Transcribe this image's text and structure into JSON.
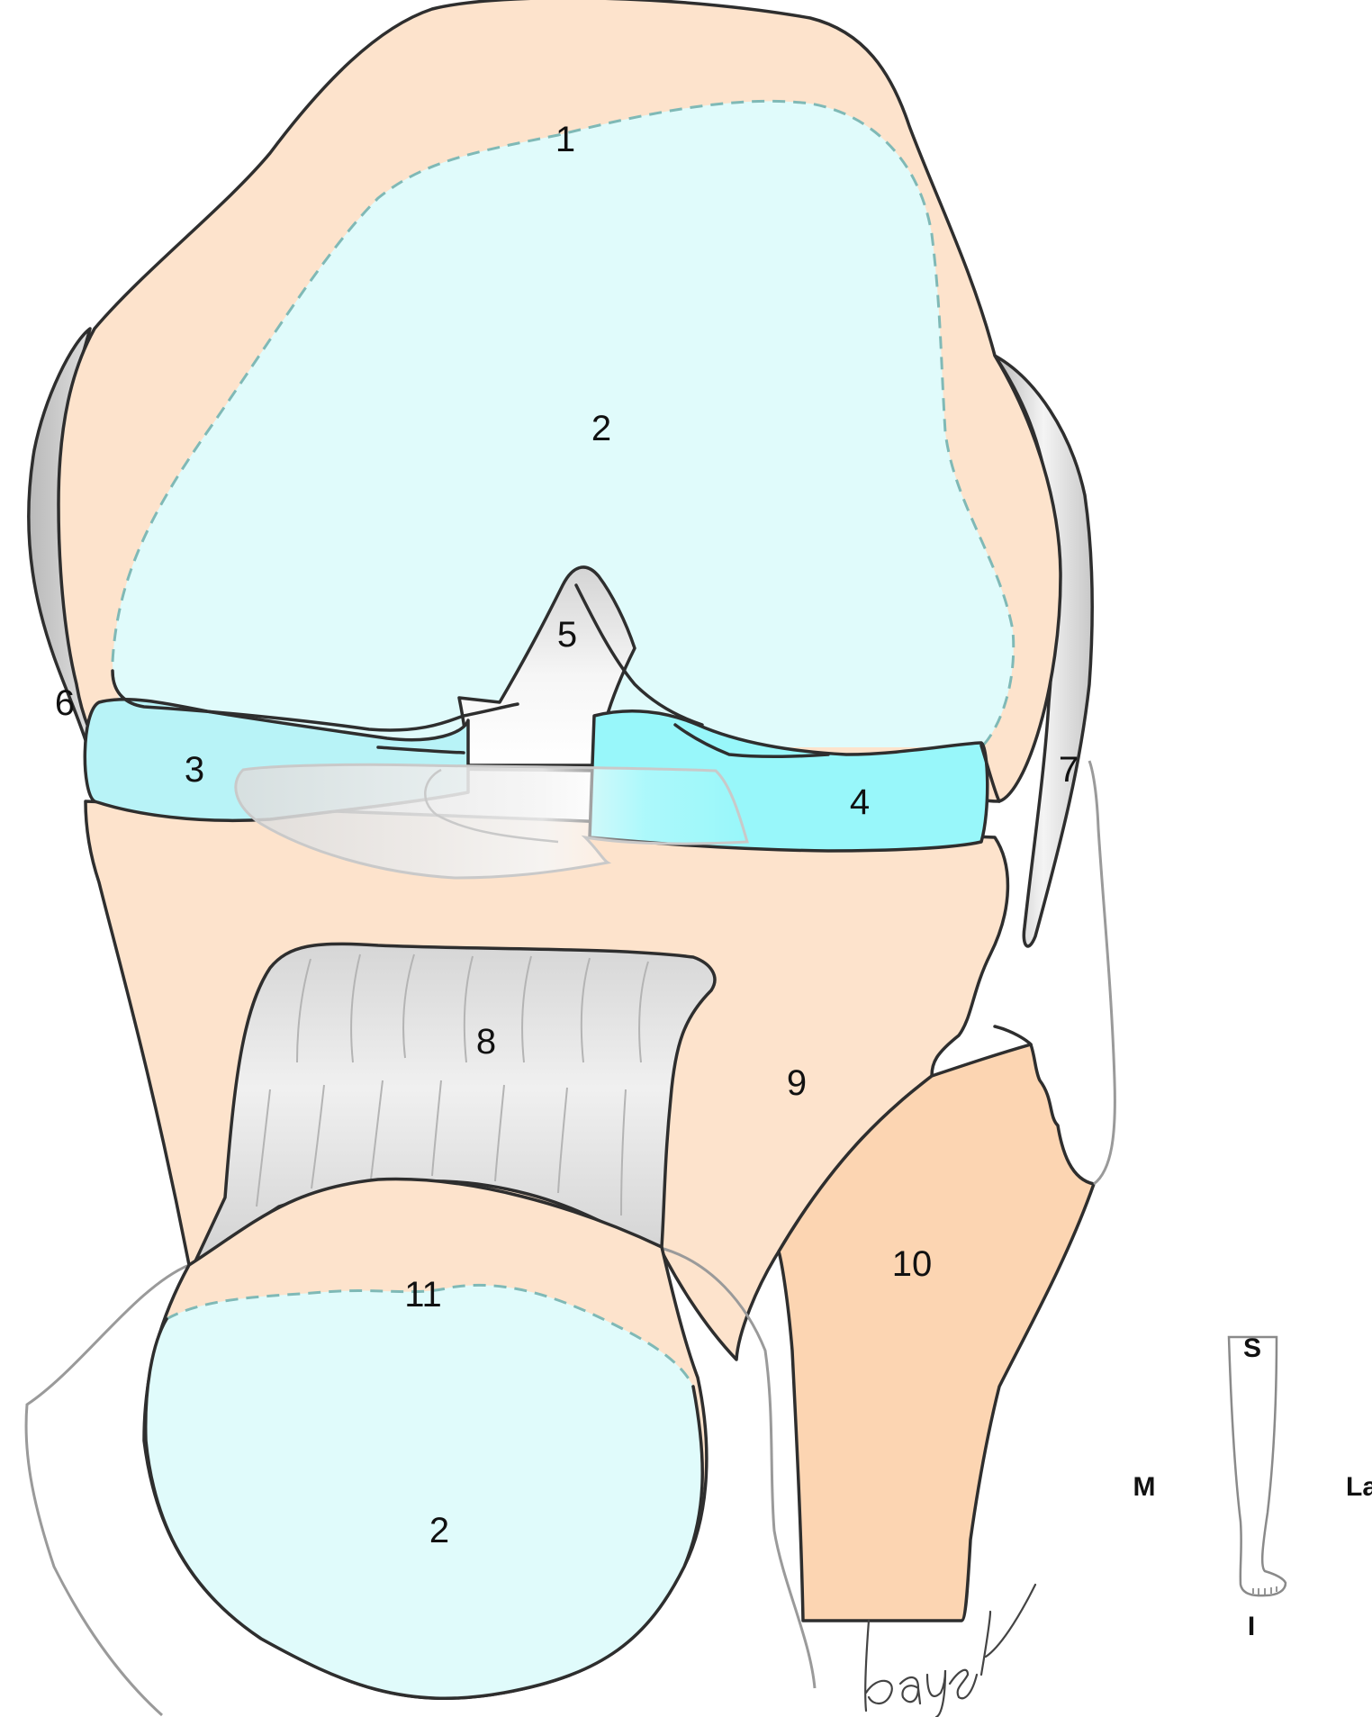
{
  "labels": {
    "femur_cortex": "1",
    "femur_cartilage": "2",
    "medial_meniscus": "3",
    "lateral_meniscus": "4",
    "cruciate_ligament": "5",
    "medial_collateral": "6",
    "lateral_collateral": "7",
    "ligament_8": "8",
    "tibia_region": "9",
    "fibula": "10",
    "lower_bone_cortex": "11",
    "lower_cartilage": "2"
  },
  "orientation": {
    "superior": "S",
    "inferior": "I",
    "medial": "M",
    "lateral": "La"
  },
  "colors": {
    "bone": "#fde3cc",
    "cartilage": "#e0fbfb",
    "meniscus_lateral": "#98f7fa",
    "meniscus_medial": "#b8f3f7",
    "ligament_gray": "#e2e2e2",
    "fibula": "#fcd5b2",
    "outline": "#2e2e2e"
  }
}
